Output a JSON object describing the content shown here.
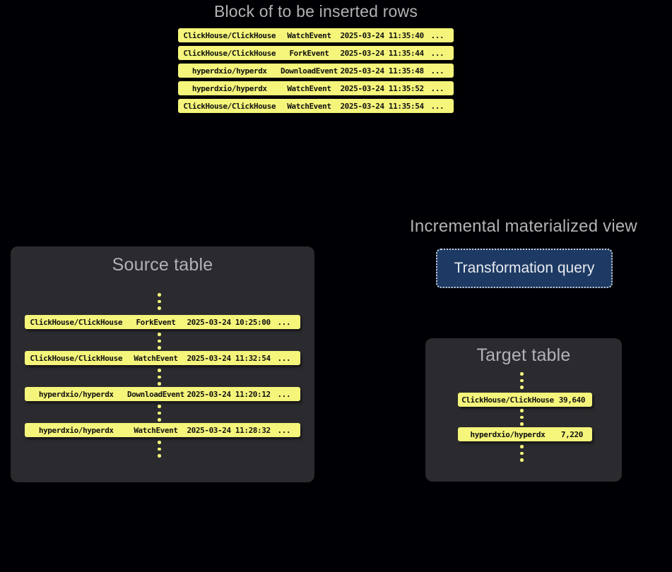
{
  "colors": {
    "bg": "#000004",
    "panel": "#2b2b2f",
    "accent-yellow": "#f5f57c",
    "row-text": "#111111",
    "heading": "#b1b2b6",
    "button-bg": "#1d3a64",
    "button-border": "#c9ced6",
    "button-text": "#e9eaef"
  },
  "insert_block": {
    "title": "Block of to be inserted rows",
    "rows": [
      {
        "repo": "ClickHouse/ClickHouse",
        "event": "WatchEvent",
        "time": "2025-03-24 11:35:40",
        "more": "..."
      },
      {
        "repo": "ClickHouse/ClickHouse",
        "event": "ForkEvent",
        "time": "2025-03-24 11:35:44",
        "more": "..."
      },
      {
        "repo": "hyperdxio/hyperdx",
        "event": "DownloadEvent",
        "time": "2025-03-24 11:35:48",
        "more": "..."
      },
      {
        "repo": "hyperdxio/hyperdx",
        "event": "WatchEvent",
        "time": "2025-03-24 11:35:52",
        "more": "..."
      },
      {
        "repo": "ClickHouse/ClickHouse",
        "event": "WatchEvent",
        "time": "2025-03-24 11:35:54",
        "more": "..."
      }
    ]
  },
  "source_table": {
    "title": "Source table",
    "rows": [
      {
        "repo": "ClickHouse/ClickHouse",
        "event": "ForkEvent",
        "time": "2025-03-24 10:25:00",
        "more": "..."
      },
      {
        "repo": "ClickHouse/ClickHouse",
        "event": "WatchEvent",
        "time": "2025-03-24 11:32:54",
        "more": "..."
      },
      {
        "repo": "hyperdxio/hyperdx",
        "event": "DownloadEvent",
        "time": "2025-03-24 11:20:12",
        "more": "..."
      },
      {
        "repo": "hyperdxio/hyperdx",
        "event": "WatchEvent",
        "time": "2025-03-24 11:28:32",
        "more": "..."
      }
    ]
  },
  "materialized_view": {
    "title": "Incremental materialized view",
    "button_label": "Transformation query"
  },
  "target_table": {
    "title": "Target table",
    "rows": [
      {
        "repo": "ClickHouse/ClickHouse",
        "count": "39,640"
      },
      {
        "repo": "hyperdxio/hyperdx",
        "count": "7,220"
      }
    ]
  }
}
